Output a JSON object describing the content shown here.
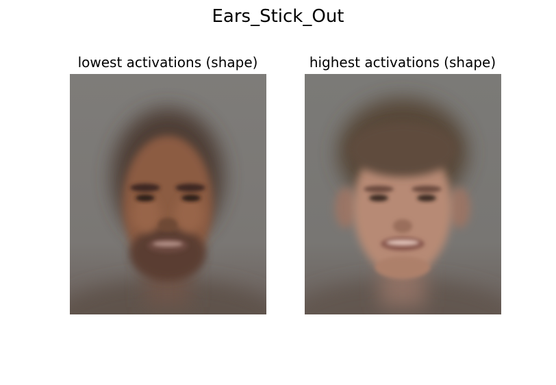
{
  "figure": {
    "suptitle": "Ears_Stick_Out"
  },
  "panels": [
    {
      "title": "lowest activations (shape)",
      "image": "average face with darker brown skin, short dark hair, slight smile, blurred gray background"
    },
    {
      "title": "highest activations (shape)",
      "image": "average face with light skin, brown hair, smiling, blurred gray background"
    }
  ],
  "colors": {
    "background": "#ffffff",
    "image_bg": "#7a7875",
    "left_skin": "#8a5a42",
    "right_skin": "#b68873"
  }
}
